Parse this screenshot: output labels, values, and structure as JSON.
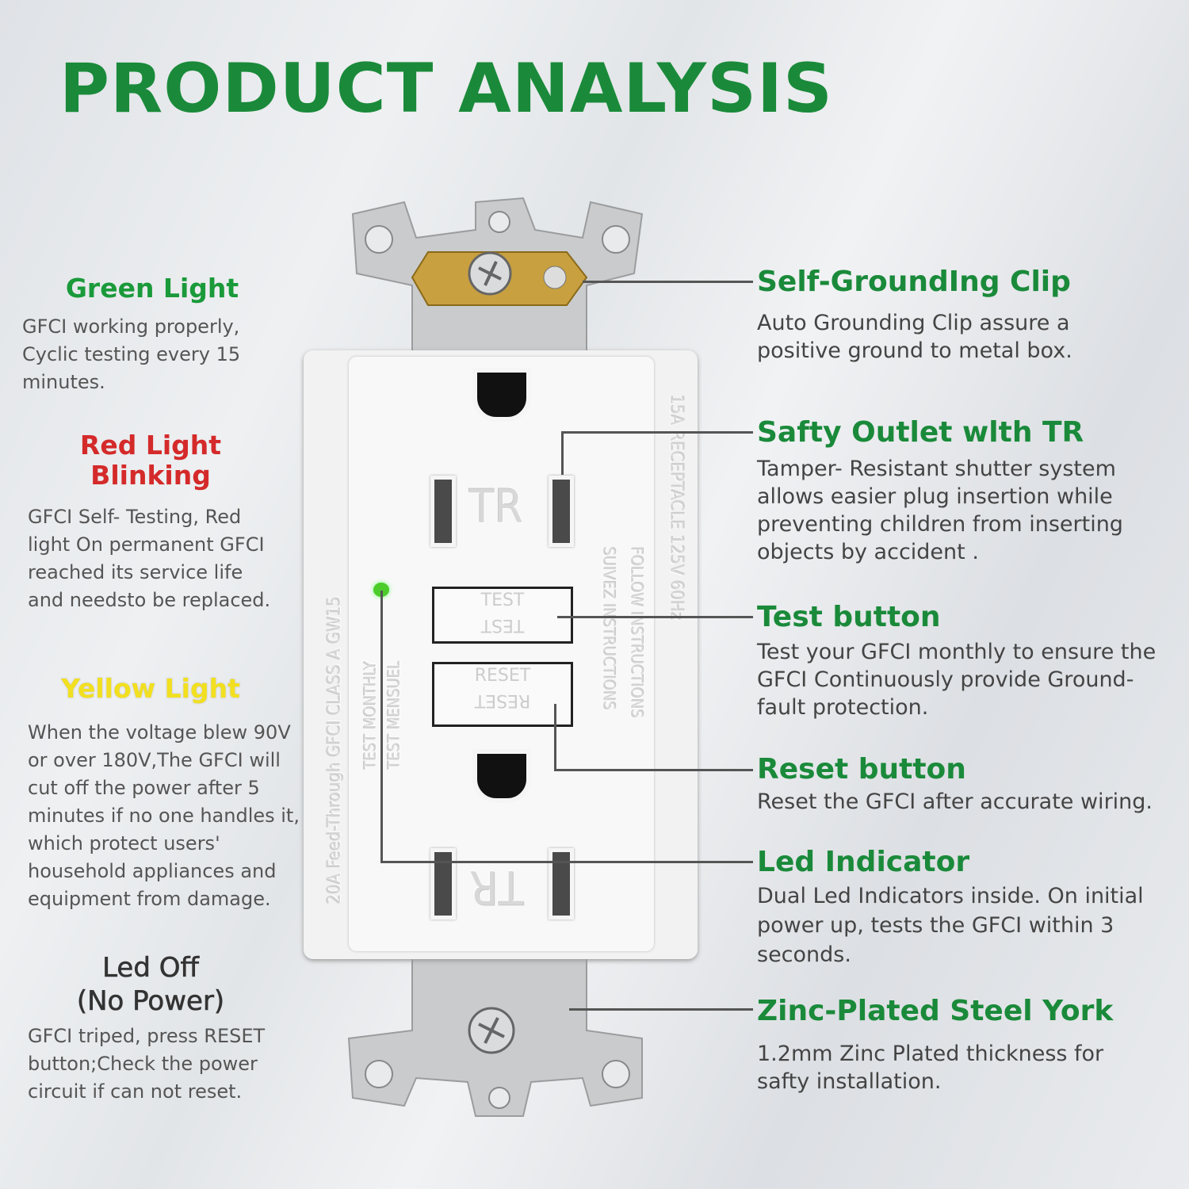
{
  "title": "PRODUCT ANALYSIS",
  "left": {
    "green": {
      "heading": "Green Light",
      "text": "GFCI working properly, Cyclic testing every 15 minutes.",
      "color": "#1a9a3a"
    },
    "red": {
      "heading_line1": "Red Light",
      "heading_line2": "Blinking",
      "text": "GFCI Self- Testing, Red light On permanent GFCI reached its service life and needsto be replaced.",
      "color": "#d42a2a"
    },
    "yellow": {
      "heading": "Yellow Light",
      "text": "When the voltage blew 90V or over 180V,The GFCI will cut off the power after 5 minutes if no one handles it, which protect users' household appliances and equipment from damage.",
      "color": "#f2e020"
    },
    "off": {
      "heading_line1": "Led Off",
      "heading_line2": "(No Power)",
      "text": "GFCI triped, press  RESET button;Check the power circuit if can not reset.",
      "color": "#333333"
    }
  },
  "right": [
    {
      "heading": "Self-GroundIng Clip",
      "text": "Auto Grounding Clip assure a positive ground to metal box."
    },
    {
      "heading": "Safty Outlet wlth TR",
      "text": "Tamper- Resistant shutter system allows easier plug insertion while preventing children from inserting objects by accident ."
    },
    {
      "heading": "Test button",
      "text": "Test your GFCI monthly to ensure the GFCI Continuously provide Ground- fault protection."
    },
    {
      "heading": "Reset button",
      "text": "Reset the GFCI after accurate wiring."
    },
    {
      "heading": "Led Indicator",
      "text": "Dual Led Indicators inside. On initial power up, tests the GFCI within 3 seconds."
    },
    {
      "heading": "Zinc-Plated Steel York",
      "text": "1.2mm Zinc Plated thickness for safty installation."
    }
  ],
  "outlet": {
    "tr": "TR",
    "test": "TEST",
    "reset": "RESET",
    "left_emboss": "20A Feed-Through   GFCI CLASS A   GW15",
    "test_monthly": "TEST MONTHLY",
    "test_mensuel": "TEST MENSUEL",
    "follow": "FOLLOW INSTRUCTIONS",
    "suivez": "SUIVEZ INSTRUCTIONS",
    "rating": "15A RECEPTACLE  125V  60Hz",
    "led_color": "#4ccc2a"
  }
}
